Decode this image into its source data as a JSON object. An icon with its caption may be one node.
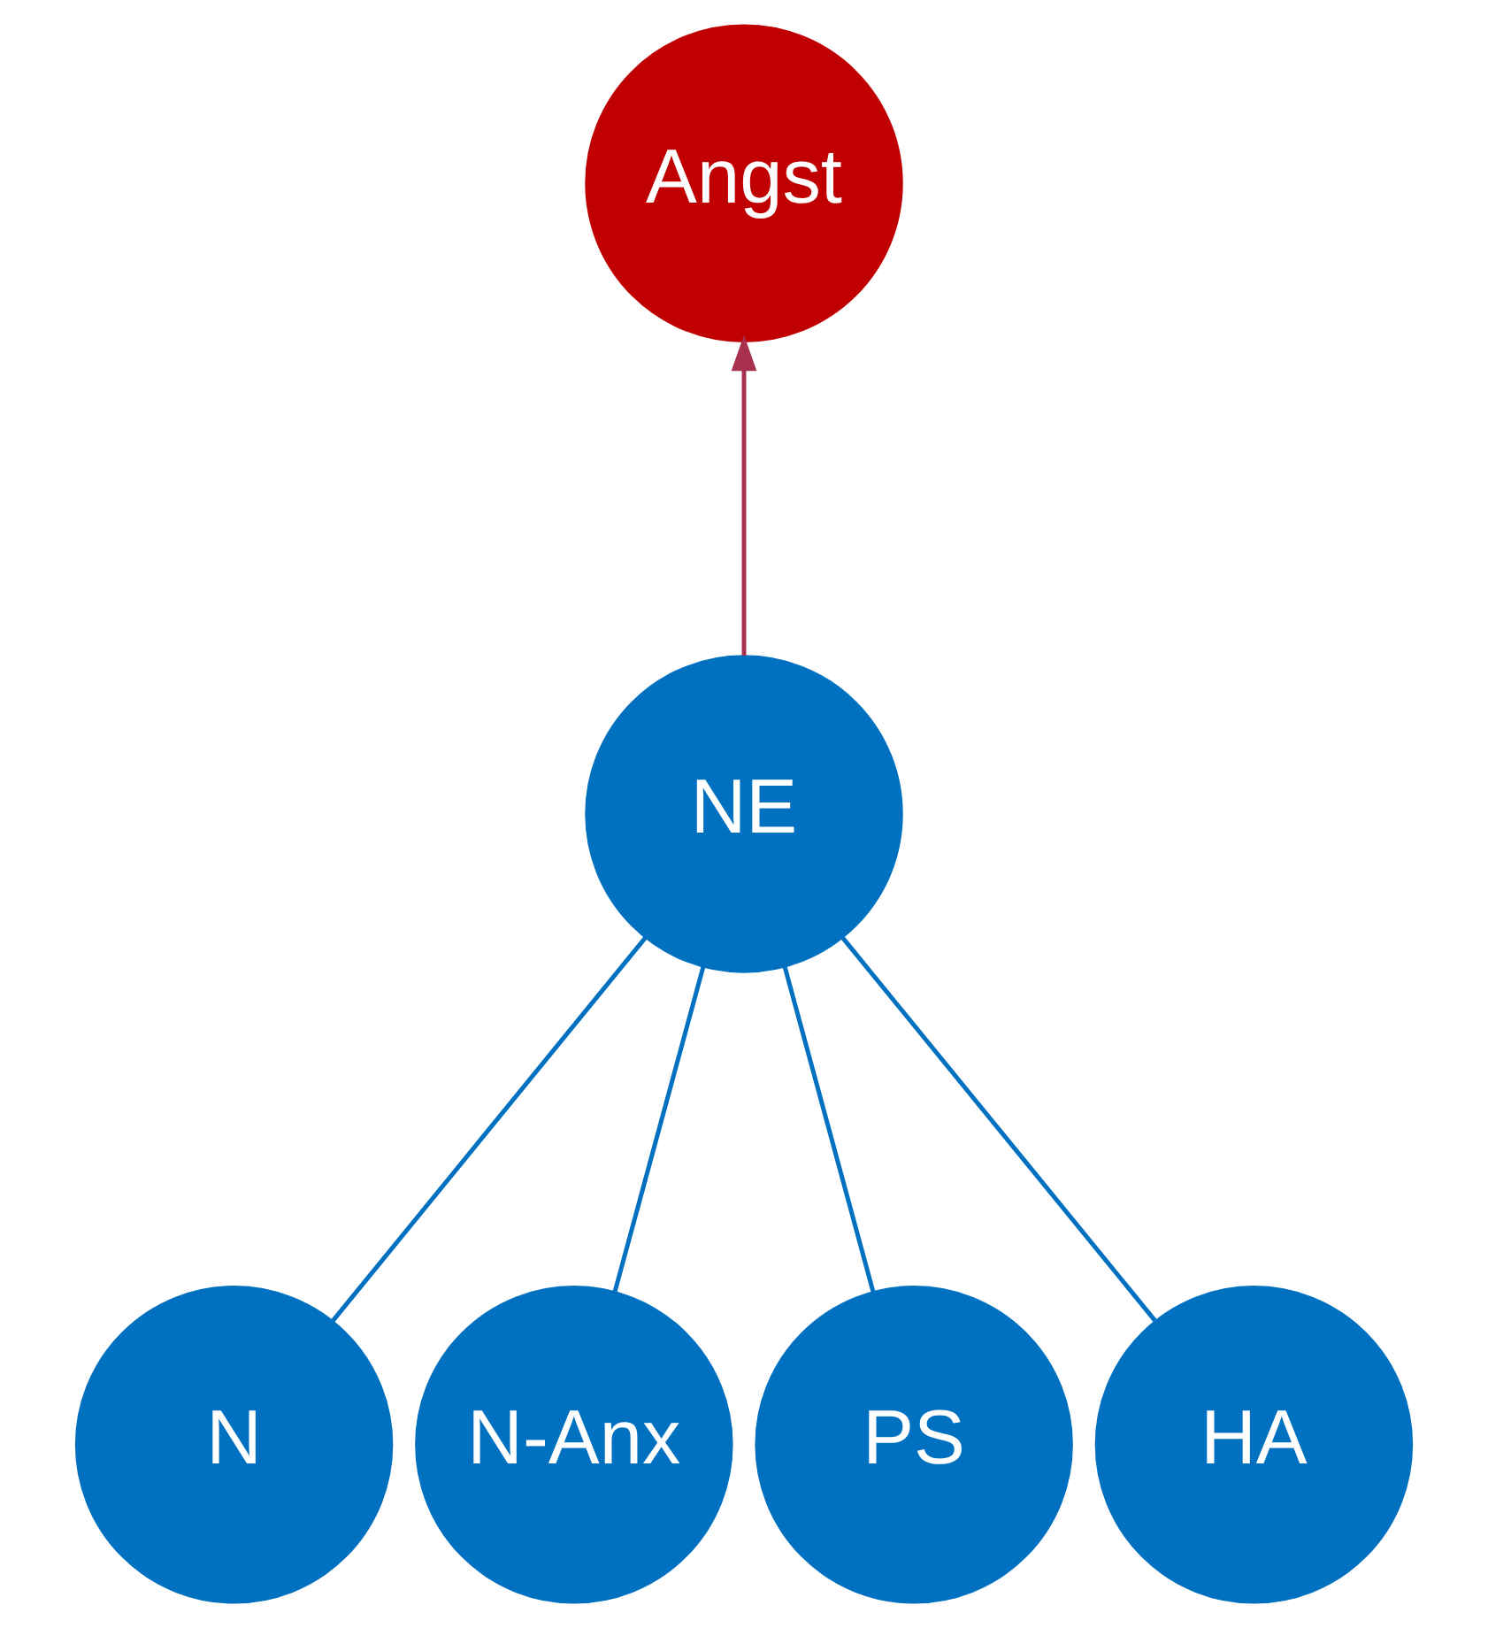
{
  "diagram": {
    "nodes": [
      {
        "text": [
          "Angst"
        ]
      },
      {
        "text": [
          "NE"
        ]
      },
      {
        "text": [
          "N"
        ]
      },
      {
        "text": [
          "N-Anx"
        ]
      },
      {
        "text": [
          "PS"
        ]
      },
      {
        "text": [
          "HA"
        ]
      }
    ],
    "edges": [
      {
        "from": 1,
        "to": 0,
        "arrow": "to",
        "color": "#a8304f"
      },
      {
        "from": 1,
        "to": 2,
        "arrow": "none"
      },
      {
        "from": 1,
        "to": 3,
        "arrow": "none"
      },
      {
        "from": 1,
        "to": 4,
        "arrow": "none"
      },
      {
        "from": 1,
        "to": 5,
        "arrow": "none"
      }
    ]
  }
}
